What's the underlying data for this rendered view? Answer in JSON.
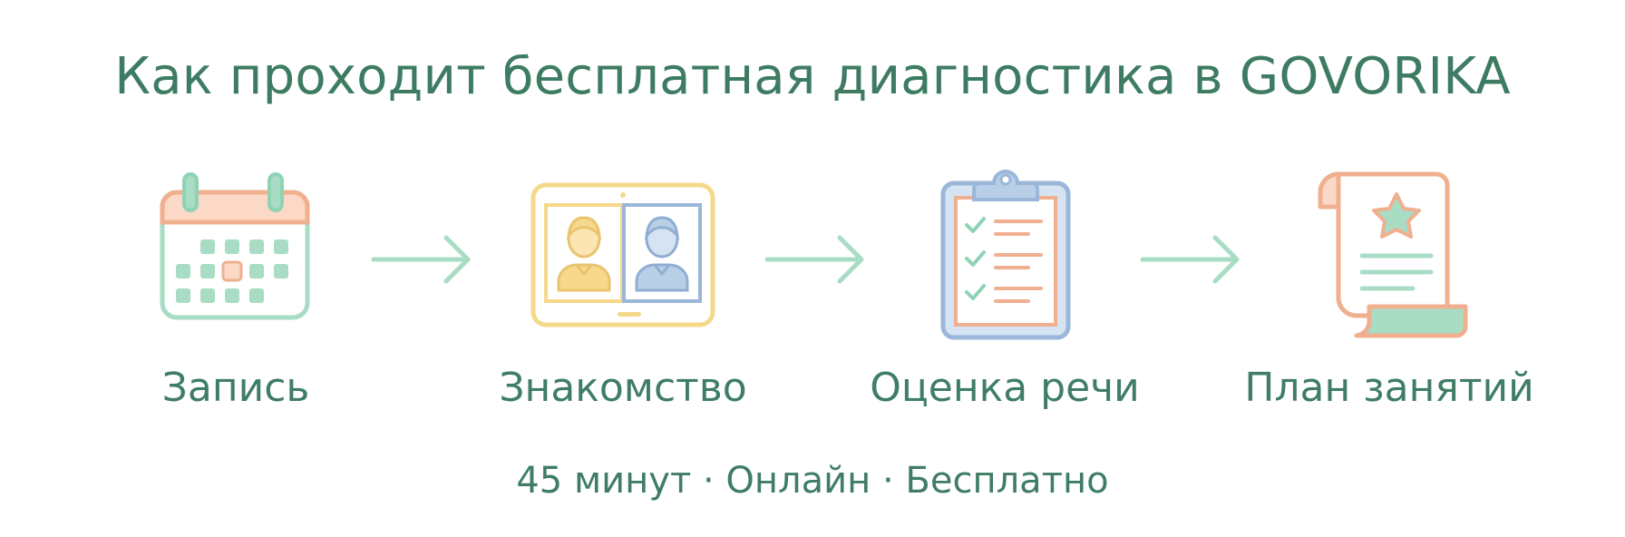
{
  "title": "Как проходит бесплатная диагностика в GOVORIKA",
  "steps": [
    {
      "label": "Запись",
      "icon": "calendar-icon"
    },
    {
      "label": "Знакомство",
      "icon": "video-call-icon"
    },
    {
      "label": "Оценка речи",
      "icon": "clipboard-checklist-icon"
    },
    {
      "label": "План занятий",
      "icon": "scroll-plan-icon"
    }
  ],
  "connectors": [
    "arrow-right-icon",
    "arrow-right-icon",
    "arrow-right-icon"
  ],
  "footer": "45 минут · Онлайн · Бесплатно",
  "colors": {
    "text": "#3f7d65",
    "mint": "#8fd3b4",
    "mint_fill": "#a9dcc4",
    "peach": "#f0b090",
    "peach_fill": "#fbd9c6",
    "yellow": "#f4d98a",
    "yellow_fill": "#f6d98c",
    "blue": "#9ab7d9",
    "blue_fill": "#b9cfe8"
  }
}
